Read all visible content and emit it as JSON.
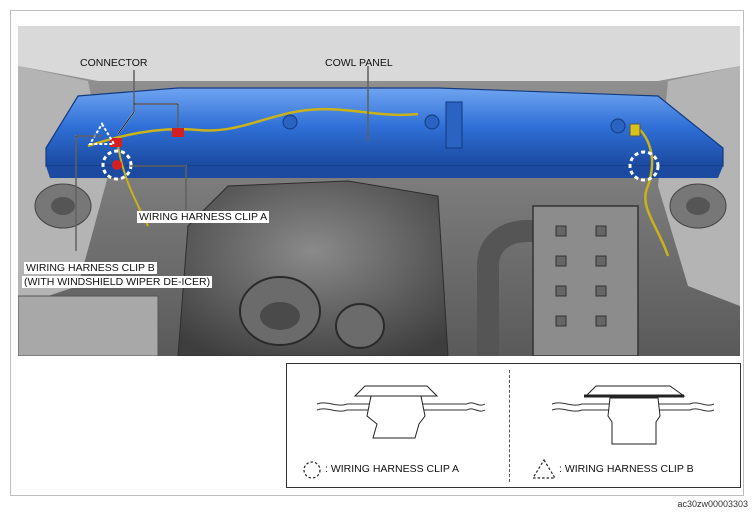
{
  "labels": {
    "connector": "CONNECTOR",
    "cowl_panel": "COWL PANEL",
    "clip_a": "WIRING HARNESS CLIP A",
    "clip_b_line1": "WIRING HARNESS CLIP B",
    "clip_b_line2": "(WITH WINDSHIELD WIPER DE-ICER)"
  },
  "legend": {
    "clip_a": ": WIRING HARNESS CLIP A",
    "clip_b": ": WIRING HARNESS CLIP B"
  },
  "figure_code": "ac30zw00003303",
  "colors": {
    "cowl_blue": "#2f6fd6",
    "harness_yellow": "#c9b21a",
    "connector_red": "#d42020"
  }
}
